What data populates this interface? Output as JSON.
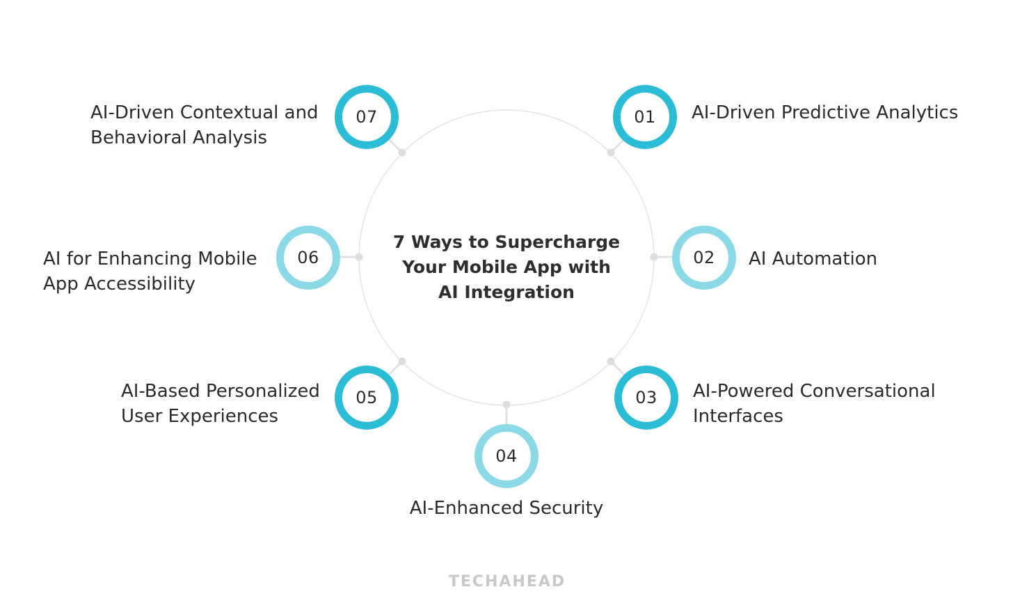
{
  "title": "7 Ways to Supercharge Your Mobile App with AI Integration",
  "title_lines": [
    "7 Ways to Supercharge",
    "Your Mobile App with",
    "AI Integration"
  ],
  "colors": {
    "ring_dark": "#2bbcd6",
    "ring_light": "#8bd9e7",
    "connector": "#e0e0e0",
    "circle_outline": "#e3e3e3",
    "text": "#2a2a2a",
    "logo": "#c8c8c8"
  },
  "items": [
    {
      "number": "01",
      "label": "AI-Driven Predictive Analytics",
      "lines": [
        "AI-Driven Predictive Analytics"
      ],
      "ring": "dark"
    },
    {
      "number": "02",
      "label": "AI Automation",
      "lines": [
        "AI Automation"
      ],
      "ring": "light"
    },
    {
      "number": "03",
      "label": "AI-Powered Conversational Interfaces",
      "lines": [
        "AI-Powered Conversational",
        "Interfaces"
      ],
      "ring": "dark"
    },
    {
      "number": "04",
      "label": "AI-Enhanced Security",
      "lines": [
        "AI-Enhanced Security"
      ],
      "ring": "light"
    },
    {
      "number": "05",
      "label": "AI-Based Personalized User Experiences",
      "lines": [
        "AI-Based Personalized",
        "User Experiences"
      ],
      "ring": "dark"
    },
    {
      "number": "06",
      "label": "AI for Enhancing Mobile App Accessibility",
      "lines": [
        "AI for Enhancing Mobile",
        "App Accessibility"
      ],
      "ring": "light"
    },
    {
      "number": "07",
      "label": "AI-Driven Contextual and Behavioral Analysis",
      "lines": [
        "AI-Driven Contextual and",
        "Behavioral Analysis"
      ],
      "ring": "dark"
    }
  ],
  "logo": {
    "text": "TECHAHEAD"
  }
}
